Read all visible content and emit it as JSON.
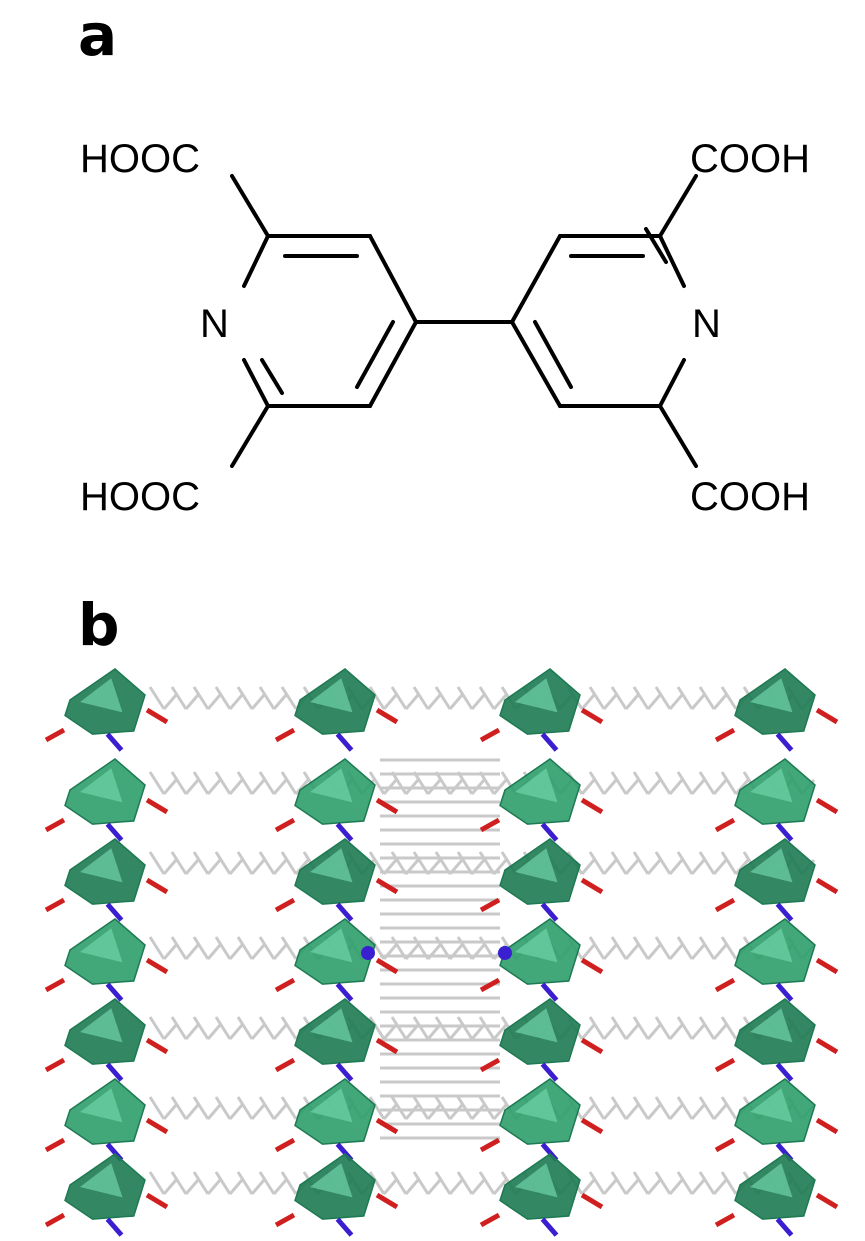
{
  "panels": {
    "a": {
      "label": "a",
      "atoms": {
        "top_left_group": "HOOC",
        "bottom_left_group": "HOOC",
        "top_right_group": "COOH",
        "bottom_right_group": "COOH",
        "left_ring_nitrogen": "N",
        "right_ring_nitrogen": "N"
      }
    },
    "b": {
      "label": "b"
    }
  },
  "colors": {
    "polyhedra": "#2e9e6b",
    "polyhedra_dark": "#1d7a52",
    "polyhedra_light": "#6fd3a8",
    "nitrogen": "#3a1fd0",
    "oxygen": "#d01f1f",
    "carbon": "#c9c9c9",
    "bond": "#000000"
  }
}
